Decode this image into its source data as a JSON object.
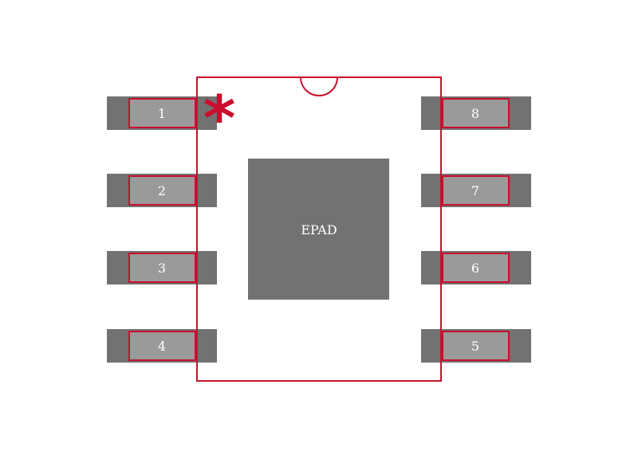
{
  "colors": {
    "background": "#ffffff",
    "copper": "#727272",
    "pad_fill": "#9a9a9a",
    "outline": "#c8102e",
    "label": "#ffffff"
  },
  "pin1_marker": "*",
  "epad_label": "EPAD",
  "pins_left": [
    "1",
    "2",
    "3",
    "4"
  ],
  "pins_right": [
    "8",
    "7",
    "6",
    "5"
  ]
}
